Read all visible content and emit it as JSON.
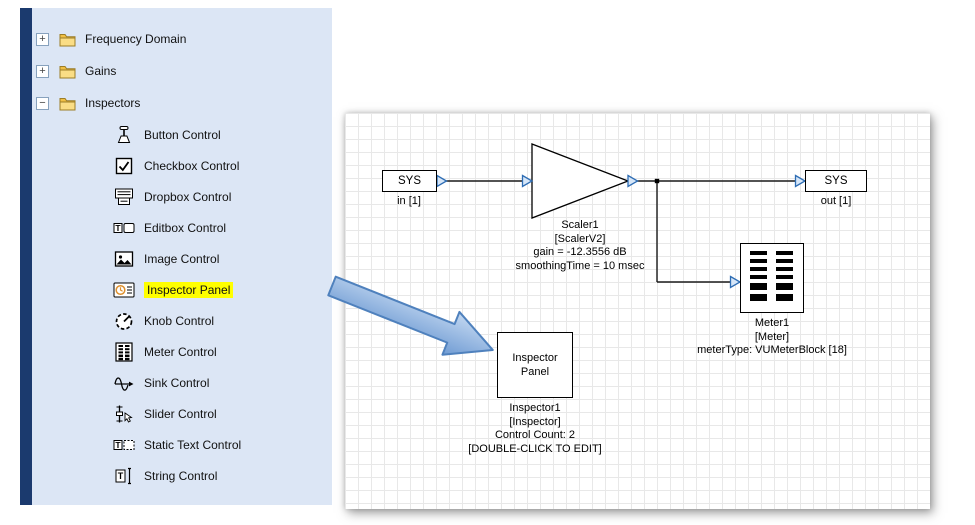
{
  "tree": {
    "categories": [
      {
        "label": "Frequency Domain",
        "expander": "+"
      },
      {
        "label": "Gains",
        "expander": "+"
      },
      {
        "label": "Inspectors",
        "expander": "−"
      }
    ],
    "controls": [
      "Button Control",
      "Checkbox Control",
      "Dropbox Control",
      "Editbox Control",
      "Image Control",
      "Inspector Panel",
      "Knob Control",
      "Meter Control",
      "Sink Control",
      "Slider Control",
      "Static Text Control",
      "String Control"
    ],
    "highlighted_item": "Inspector Panel"
  },
  "canvas": {
    "sys_in": {
      "label": "SYS",
      "port_label": "in [1]"
    },
    "sys_out": {
      "label": "SYS",
      "port_label": "out [1]"
    },
    "scaler": {
      "name": "Scaler1",
      "type": "[ScalerV2]",
      "gain": "gain = -12.3556 dB",
      "smoothing": "smoothingTime = 10 msec"
    },
    "meter": {
      "name": "Meter1",
      "type": "[Meter]",
      "meter_type": "meterType: VUMeterBlock [18]"
    },
    "inspector": {
      "box_line1": "Inspector",
      "box_line2": "Panel",
      "name": "Inspector1",
      "type": "[Inspector]",
      "control_count": "Control Count: 2",
      "edit_hint": "[DOUBLE-CLICK TO EDIT]"
    }
  },
  "colors": {
    "highlight": "#ffff00",
    "strip": "#1b3a6e",
    "panel-bg": "#dce6f5",
    "arrow-border": "#4f81bd",
    "port-blue": "#2e6db4"
  }
}
